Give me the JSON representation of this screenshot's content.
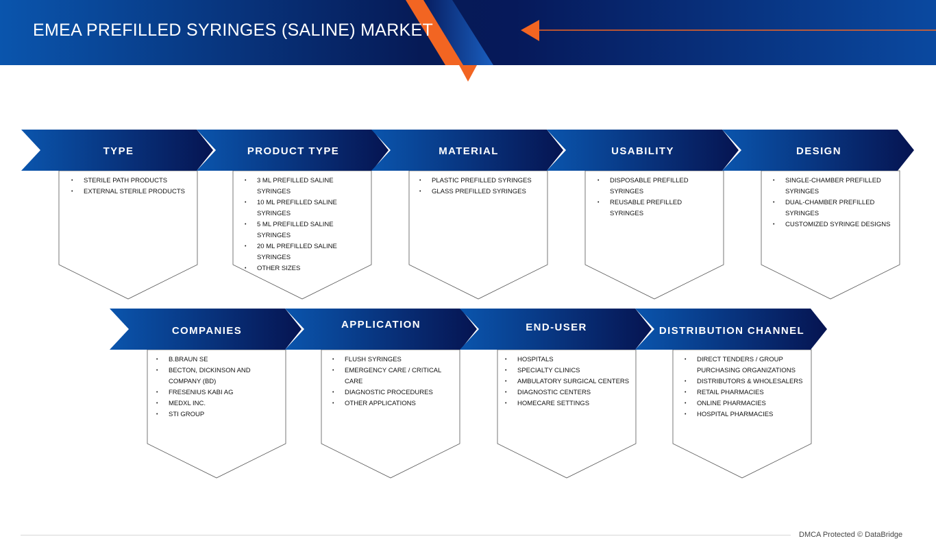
{
  "header": {
    "title": "EMEA PREFILLED SYRINGES (SALINE) MARKET",
    "colors": {
      "dark": "#061a56",
      "blue": "#0a55ad",
      "accent": "#f26522"
    }
  },
  "columns": [
    {
      "title": "TYPE",
      "items": [
        "STERILE PATH PRODUCTS",
        "EXTERNAL STERILE PRODUCTS"
      ]
    },
    {
      "title": "PRODUCT TYPE",
      "items": [
        "3 ML PREFILLED SALINE SYRINGES",
        "10 ML PREFILLED SALINE SYRINGES",
        "5 ML PREFILLED SALINE SYRINGES",
        "20 ML PREFILLED SALINE SYRINGES",
        "OTHER SIZES"
      ]
    },
    {
      "title": "MATERIAL",
      "items": [
        "PLASTIC PREFILLED SYRINGES",
        "GLASS PREFILLED SYRINGES"
      ]
    },
    {
      "title": "USABILITY",
      "items": [
        "DISPOSABLE PREFILLED SYRINGES",
        "REUSABLE PREFILLED SYRINGES"
      ]
    },
    {
      "title": "DESIGN",
      "items": [
        "SINGLE-CHAMBER PREFILLED SYRINGES",
        "DUAL-CHAMBER PREFILLED SYRINGES",
        "CUSTOMIZED SYRINGE DESIGNS"
      ]
    },
    {
      "title": "COMPANIES",
      "items": [
        "B.BRAUN SE",
        "BECTON, DICKINSON AND COMPANY (BD)",
        "FRESENIUS KABI AG",
        "MEDXL INC.",
        "STI GROUP"
      ]
    },
    {
      "title": "APPLICATION",
      "items": [
        "FLUSH SYRINGES",
        "EMERGENCY CARE / CRITICAL CARE",
        "DIAGNOSTIC PROCEDURES",
        "OTHER APPLICATIONS"
      ]
    },
    {
      "title": "END-USER",
      "items": [
        "HOSPITALS",
        "SPECIALTY CLINICS",
        "AMBULATORY SURGICAL CENTERS",
        "DIAGNOSTIC CENTERS",
        "HOMECARE SETTINGS"
      ]
    },
    {
      "title": "DISTRIBUTION CHANNEL",
      "items": [
        "DIRECT TENDERS / GROUP PURCHASING ORGANIZATIONS",
        "DISTRIBUTORS & WHOLESALERS",
        "RETAIL PHARMACIES",
        "ONLINE PHARMACIES",
        "HOSPITAL PHARMACIES"
      ]
    }
  ],
  "footer": {
    "text": "DMCA Protected © DataBridge"
  }
}
